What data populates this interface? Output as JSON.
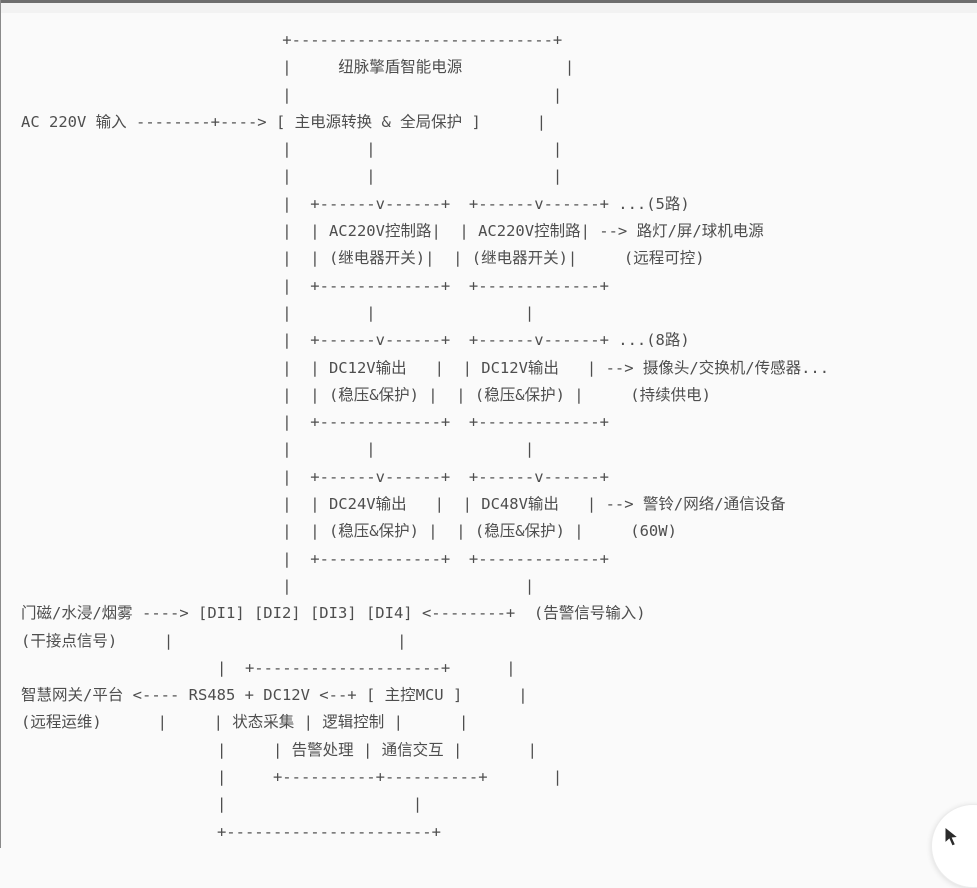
{
  "page": {
    "background": "#fafafa",
    "top_bar_color": "#6e6e6e",
    "header_strip_color": "#f2f2f2",
    "left_edge_color": "#8a8a8a",
    "text_color": "#4e4e4e"
  },
  "diagram": {
    "title": "纽脉擎盾智能电源",
    "lines": [
      "                            +----------------------------+",
      "                            |     纽脉擎盾智能电源           |",
      "                            |                            |",
      "AC 220V 输入 --------+----> [ 主电源转换 & 全局保护 ]      |",
      "                            |        |                   |",
      "                            |        |                   |",
      "                            |  +------v------+  +------v------+ ...(5路)",
      "                            |  | AC220V控制路|  | AC220V控制路| --> 路灯/屏/球机电源",
      "                            |  | (继电器开关)|  | (继电器开关)|     (远程可控)",
      "                            |  +-------------+  +-------------+",
      "                            |        |                |",
      "                            |  +------v------+  +------v------+ ...(8路)",
      "                            |  | DC12V输出   |  | DC12V输出   | --> 摄像头/交换机/传感器...",
      "                            |  | (稳压&保护) |  | (稳压&保护) |     (持续供电)",
      "                            |  +-------------+  +-------------+",
      "                            |        |                |",
      "                            |  +------v------+  +------v------+",
      "                            |  | DC24V输出   |  | DC48V输出   | --> 警铃/网络/通信设备",
      "                            |  | (稳压&保护) |  | (稳压&保护) |     (60W)",
      "                            |  +-------------+  +-------------+",
      "                            |                         |",
      "门磁/水浸/烟雾 ----> [DI1] [DI2] [DI3] [DI4] <--------+  (告警信号输入)",
      "(干接点信号)     |                        |",
      "                     |  +--------------------+      |",
      "智慧网关/平台 <---- RS485 + DC12V <--+ [ 主控MCU ]      |",
      "(远程运维)      |     | 状态采集 | 逻辑控制 |      |",
      "                     |     | 告警处理 | 通信交互 |       |",
      "                     |     +----------+----------+       |",
      "                     |                    |",
      "                     +----------------------+"
    ],
    "main_block": "主电源转换 & 全局保护",
    "input_label": "AC 220V 输入",
    "output_channels": [
      {
        "name": "AC220V控制路 (继电器开关)",
        "count": "5路",
        "feeds": "路灯/屏/球机电源",
        "note": "远程可控"
      },
      {
        "name": "DC12V输出 (稳压&保护)",
        "count": "8路",
        "feeds": "摄像头/交换机/传感器...",
        "note": "持续供电"
      },
      {
        "name": "DC24V输出 (稳压&保护)",
        "feeds": "警铃/网络/通信设备",
        "note": "60W"
      },
      {
        "name": "DC48V输出 (稳压&保护)",
        "feeds": "警铃/网络/通信设备",
        "note": "60W"
      }
    ],
    "di_inputs": {
      "ports": [
        "DI1",
        "DI2",
        "DI3",
        "DI4"
      ],
      "source": "门磁/水浸/烟雾",
      "signal": "干接点信号",
      "note": "告警信号输入"
    },
    "mcu": {
      "name": "主控MCU",
      "functions": [
        "状态采集",
        "逻辑控制",
        "告警处理",
        "通信交互"
      ]
    },
    "gateway": {
      "name": "智慧网关/平台",
      "link": "RS485 + DC12V",
      "note": "远程运维"
    }
  },
  "floating_button": {
    "icon": "cursor-icon"
  }
}
